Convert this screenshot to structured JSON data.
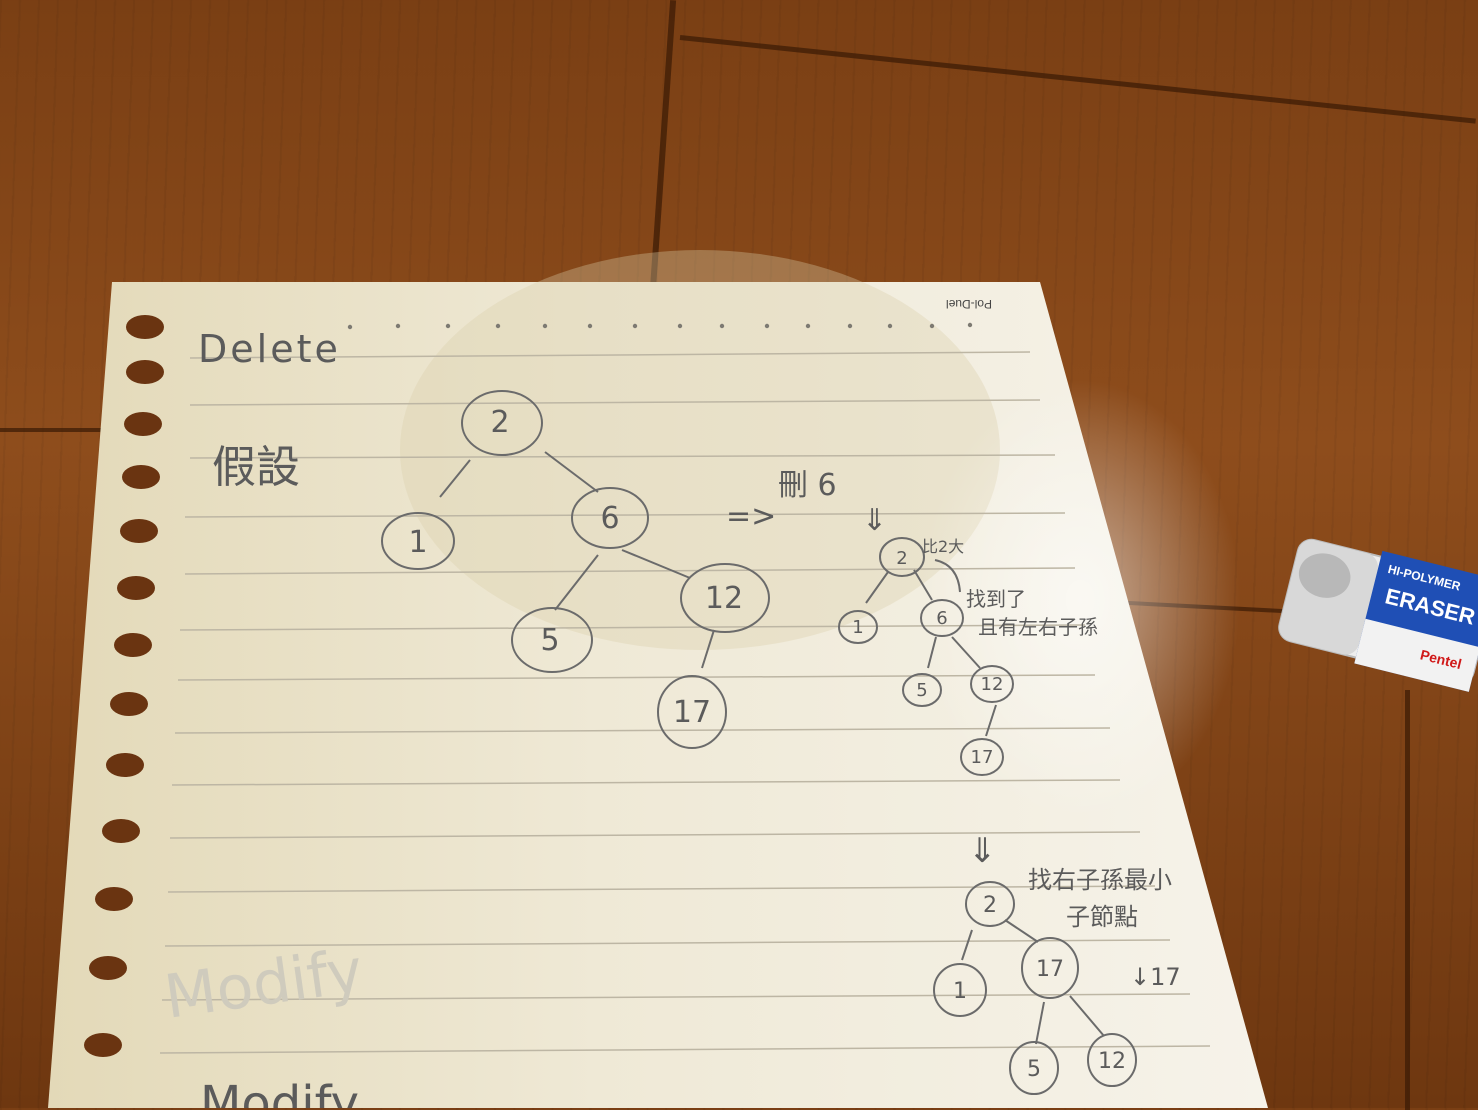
{
  "paper": {
    "brand": "Pol-Duel",
    "title": "Delete",
    "assume_label": "假設",
    "modify_faint": "Modify",
    "modify_bottom": "Modify"
  },
  "tree_original": {
    "root": "2",
    "left": "1",
    "right": "6",
    "right_left": "5",
    "right_right": "12",
    "leaf": "17"
  },
  "step_arrow": "=>",
  "delete_label": "刪 6",
  "tree_step1": {
    "root": "2",
    "root_note": "比2大",
    "note1": "找到了",
    "note2": "且有左右子孫",
    "left": "1",
    "right": "6",
    "right_left": "5",
    "right_right": "12",
    "leaf": "17"
  },
  "tree_step2": {
    "root": "2",
    "note1": "找右子孫最小",
    "note2": "子節點",
    "left": "1",
    "right": "17",
    "right_left": "5",
    "right_right": "12",
    "arrow_value": "↓17"
  },
  "eraser": {
    "brand_top": "HI-POLYMER",
    "label": "ERASER",
    "maker": "Pentel"
  }
}
